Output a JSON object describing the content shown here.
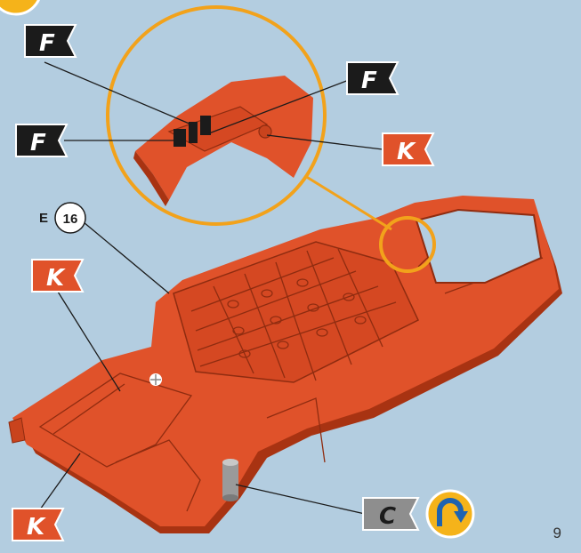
{
  "labels": {
    "flag_f_top": "F",
    "flag_f_right": "F",
    "flag_f_left": "F",
    "flag_k_zoom": "K",
    "flag_k_upper": "K",
    "flag_k_lower": "K",
    "flag_c": "C",
    "part_letter": "E",
    "part_number": "16"
  },
  "page_number": "9",
  "colors": {
    "background": "#b3cde0",
    "part": "#e0522a",
    "part_dark": "#a83312",
    "flag_black": "#1b1b1b",
    "flag_orange": "#e0522a",
    "flag_gray": "#8e8e8e",
    "highlight_circle": "#f2a21b",
    "rotate_badge": "#f5b31a"
  },
  "icons": [
    "rotate-icon",
    "magnifier-circle"
  ]
}
